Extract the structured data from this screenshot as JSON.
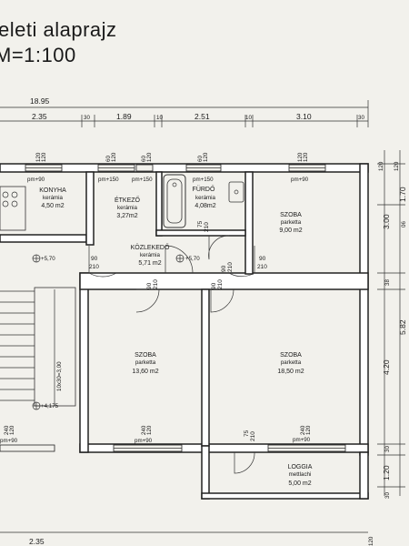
{
  "title": {
    "line1": "eleti alaprajz",
    "line2": "M=1:100"
  },
  "dimensions_top": {
    "total": "18.95",
    "segments": [
      "2.35",
      "30",
      "1.89",
      "10",
      "2.51",
      "10",
      "3.10",
      "30"
    ]
  },
  "dimensions_right": [
    "120",
    "120",
    "1.70",
    "3.00",
    "06",
    "38",
    "4.20",
    "5.82",
    "30",
    "1.20",
    "30"
  ],
  "rooms": [
    {
      "name": "KONYHA",
      "floor": "kerámia",
      "area": "4,50 m2"
    },
    {
      "name": "ÉTKEZŐ",
      "floor": "kerámia",
      "area": "3,27m2"
    },
    {
      "name": "FÜRDŐ",
      "floor": "kerámia",
      "area": "4,08m2"
    },
    {
      "name": "SZOBA",
      "floor": "parketta",
      "area": "9,00 m2"
    },
    {
      "name": "KÖZLEKEDŐ",
      "floor": "kerámia",
      "area": "5,71 m2"
    },
    {
      "name": "SZOBA",
      "floor": "parketta",
      "area": "13,60 m2"
    },
    {
      "name": "SZOBA",
      "floor": "parketta",
      "area": "18,50 m2"
    },
    {
      "name": "LOGGIA",
      "floor": "mettlachi",
      "area": "5,00 m2"
    }
  ],
  "window_labels": [
    "pm+90",
    "pm+150",
    "pm+150",
    "pm+150",
    "pm+90",
    "pm+90",
    "pm+90",
    "pm+90"
  ],
  "door_labels": [
    {
      "w": "90",
      "h": "210"
    },
    {
      "w": "90",
      "h": "210"
    },
    {
      "w": "90",
      "h": "210"
    },
    {
      "w": "90",
      "h": "210"
    },
    {
      "w": "75",
      "h": "210"
    },
    {
      "w": "90",
      "h": "210"
    },
    {
      "w": "75",
      "h": "210"
    }
  ],
  "levels": [
    "+5,70",
    "+5,70",
    "+4,175"
  ],
  "stair_label": "10x30=3,00",
  "bottom_dim": "2.35",
  "bottom_dim2": "120",
  "window_heights": [
    "120",
    "60",
    "120",
    "120",
    "120",
    "240"
  ]
}
